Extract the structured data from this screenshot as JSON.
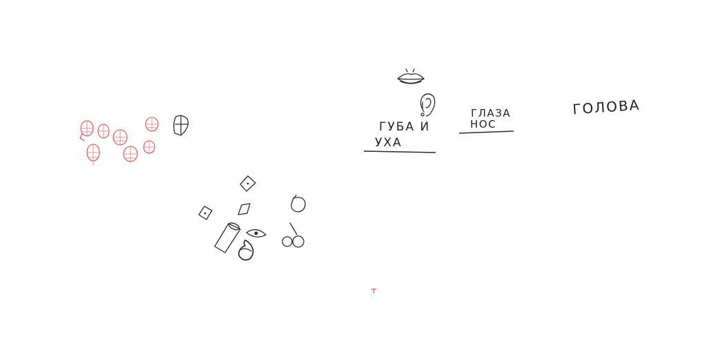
{
  "labels": {
    "lips": "ГУБА И",
    "ears": "УХА",
    "eyes": "ГЛАЗА",
    "nose": "НОС",
    "head": "ГОЛОВА"
  },
  "colors": {
    "background": "#ffffff",
    "ink": "#2b2b2b",
    "sketch_red": "#e04a4a"
  },
  "icons": [
    "lips-sketch",
    "ear-sketch",
    "head-study-sketches",
    "primitive-form-sketches",
    "cursor-mark"
  ]
}
